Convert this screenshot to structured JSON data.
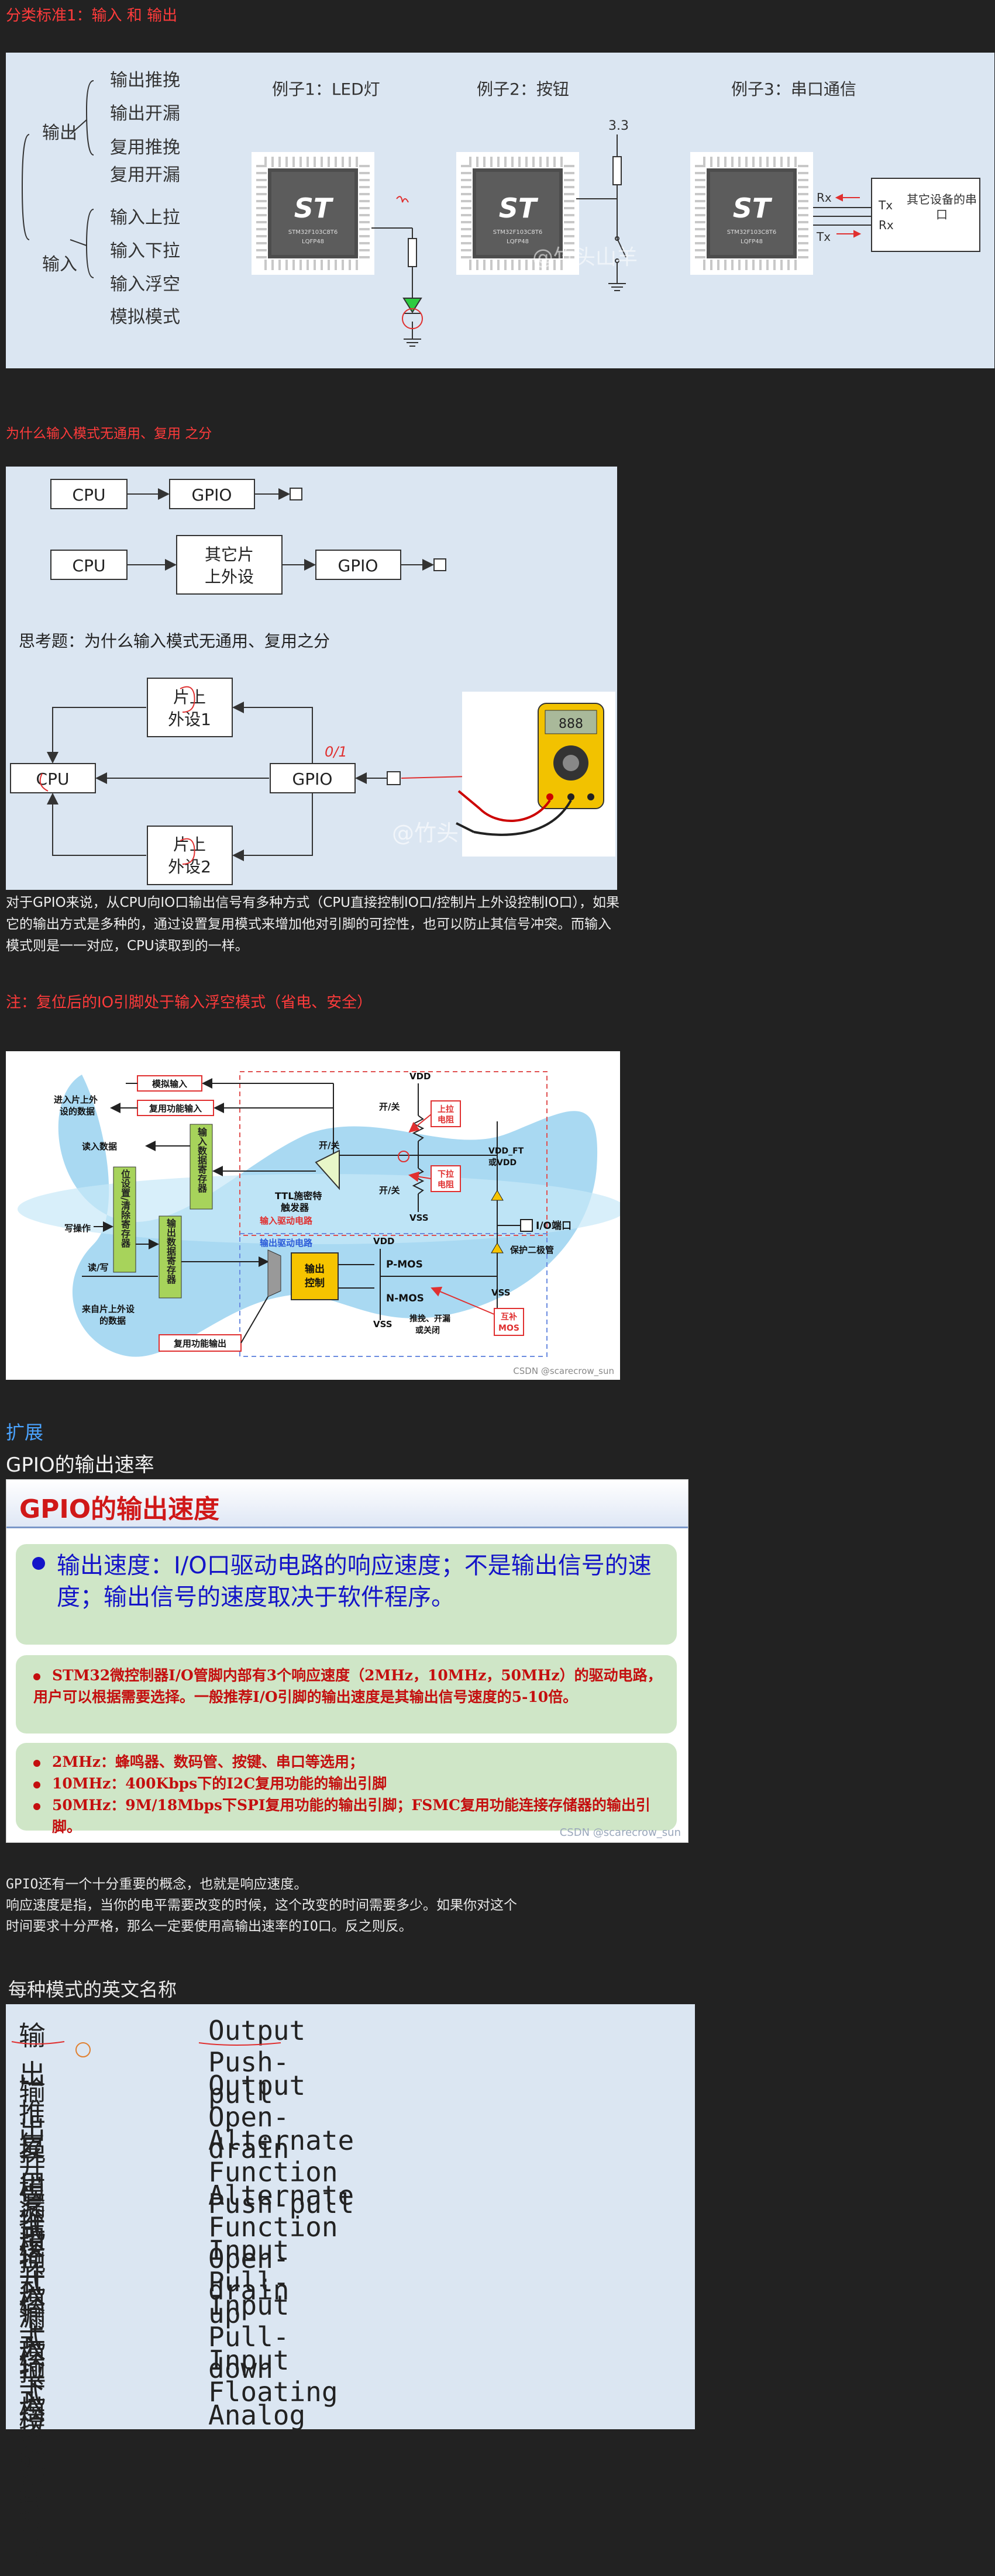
{
  "sections": {
    "s1_title": "分类标准1：输入 和 输出",
    "s2_title": "为什么输入模式无通用、复用 之分",
    "s3_note": "注：复位后的IO引脚处于输入浮空模式（省电、安全）",
    "s4_ext": "扩展",
    "s4_sub": "GPIO的输出速率",
    "s5_title": "每种模式的英文名称"
  },
  "diagram1": {
    "group_output": "输出",
    "group_input": "输入",
    "output_modes": [
      "输出推挽",
      "输出开漏",
      "复用推挽",
      "复用开漏"
    ],
    "input_modes": [
      "输入上拉",
      "输入下拉",
      "输入浮空",
      "模拟模式"
    ],
    "example1": "例子1：LED灯",
    "example2": "例子2：按钮",
    "example3": "例子3：串口通信",
    "chip_brand": "ST",
    "chip_part": "STM32F103C8T6",
    "chip_pkg": "LQFP48",
    "vcc_label": "3.3",
    "rx": "Rx",
    "tx": "Tx",
    "device_text": "其它设备的串口",
    "watermark": "@竹头山羊"
  },
  "diagram2": {
    "cpu": "CPU",
    "gpio": "GPIO",
    "other_periph_l1": "其它片",
    "other_periph_l2": "上外设",
    "question": "思考题：为什么输入模式无通用、复用之分",
    "periph1_l1": "片上",
    "periph1_l2": "外设1",
    "periph2_l1": "片上",
    "periph2_l2": "外设2",
    "mark": "0/1",
    "watermark": "@竹头"
  },
  "paragraph1": "对于GPIO来说，从CPU向IO口输出信号有多种方式（CPU直接控制IO口/控制片上外设控制IO口），如果它的输出方式是多种的，通过设置复用模式来增加他对引脚的可控性，也可以防止其信号冲突。而输入模式则是一一对应，CPU读取到的一样。",
  "diagram3": {
    "analog_in": "模拟输入",
    "alt_in": "复用功能输入",
    "to_periph_l1": "进入片上外",
    "to_periph_l2": "设的数据",
    "read_data": "读入数据",
    "in_reg": "输入数据寄存器",
    "set_reg": "位设置/清除寄存器",
    "out_reg": "输出数据寄存器",
    "write_op": "写操作",
    "rw": "读/写",
    "from_periph_l1": "来自片上外设",
    "from_periph_l2": "的数据",
    "alt_out": "复用功能输出",
    "schmitt_l1": "TTL施密特",
    "schmitt_l2": "触发器",
    "on_off": "开/关",
    "vdd": "VDD",
    "vss": "VSS",
    "vdd_ft_l1": "VDD_FT",
    "vdd_ft_l2": "或VDD",
    "pullup_l1": "上拉",
    "pullup_l2": "电阻",
    "pulldown_l1": "下拉",
    "pulldown_l2": "电阻",
    "in_drv": "输入驱动电路",
    "out_drv": "输出驱动电路",
    "out_ctrl_l1": "输出",
    "out_ctrl_l2": "控制",
    "pmos": "P-MOS",
    "nmos": "N-MOS",
    "pp_l1": "推挽、开漏",
    "pp_l2": "或关闭",
    "cmos_l1": "互补",
    "cmos_l2": "MOS",
    "io_port": "I/O端口",
    "protect": "保护二极管",
    "watermark": "CSDN @scarecrow_sun"
  },
  "speed_card": {
    "title": "GPIO的输出速度",
    "b1": "输出速度：I/O口驱动电路的响应速度；不是输出信号的速度；输出信号的速度取决于软件程序。",
    "b2": "STM32微控制器I/O管脚内部有3个响应速度（2MHz，10MHz，50MHz）的驱动电路，用户可以根据需要选择。一般推荐I/O引脚的输出速度是其输出信号速度的5-10倍。",
    "items": [
      "2MHz：蜂鸣器、数码管、按键、串口等选用；",
      "10MHz：400Kbps下的I2C复用功能的输出引脚",
      "50MHz：9M/18Mbps下SPI复用功能的输出引脚；FSMC复用功能连接存储器的输出引脚。"
    ],
    "watermark": "CSDN @scarecrow_sun"
  },
  "paragraph2": "GPIO还有一个十分重要的概念，也就是响应速度。\n响应速度是指，当你的电平需要改变的时候，这个改变的时间需要多少。如果你对这个时间要求十分严格，那么一定要使用高输出速率的IO口。反之则反。",
  "modes": [
    {
      "cn": "输出推挽模式",
      "en": "Output Push-pull"
    },
    {
      "cn": "输出开漏模式",
      "en": "Output Open-drain"
    },
    {
      "cn": "复用推挽模式",
      "en": "Alternate Function Push-pull"
    },
    {
      "cn": "复用开漏模式",
      "en": "Alternate Function Open-drain"
    },
    {
      "cn": "输入上拉模式",
      "en": "Input Pull-up"
    },
    {
      "cn": "输入下拉模式",
      "en": "Input Pull-down"
    },
    {
      "cn": "输入浮空模式",
      "en": "Input Floating"
    },
    {
      "cn": "模拟模式",
      "en": "Analog"
    }
  ],
  "colors": {
    "page_bg": "#222222",
    "heading_red": "#ff3b3b",
    "heading_blue": "#4aa3ff",
    "panel_bg": "#dbe6f2"
  }
}
